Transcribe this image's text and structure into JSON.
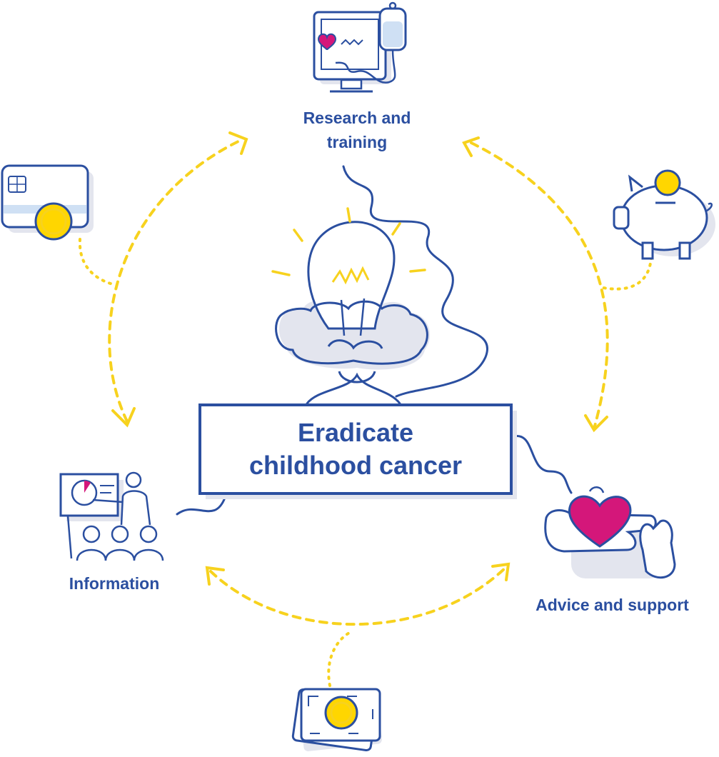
{
  "center": {
    "line1": "Eradicate",
    "line2": "childhood cancer"
  },
  "nodes": {
    "research": {
      "line1": "Research and",
      "line2": "training"
    },
    "information": {
      "label": "Information"
    },
    "advice": {
      "label": "Advice and support"
    }
  },
  "colors": {
    "ink": "#2b4fa0",
    "accent_yellow": "#f7d21e",
    "heart_magenta": "#d4177a",
    "shadow": "#e3e5ee",
    "coin": "#ffd600"
  },
  "icons": [
    "computer-monitor-iv-drip-icon",
    "credit-card-coin-icon",
    "piggy-bank-icon",
    "lightbulb-cloud-icon",
    "presentation-audience-icon",
    "hand-heart-icon",
    "banknotes-coin-icon"
  ]
}
